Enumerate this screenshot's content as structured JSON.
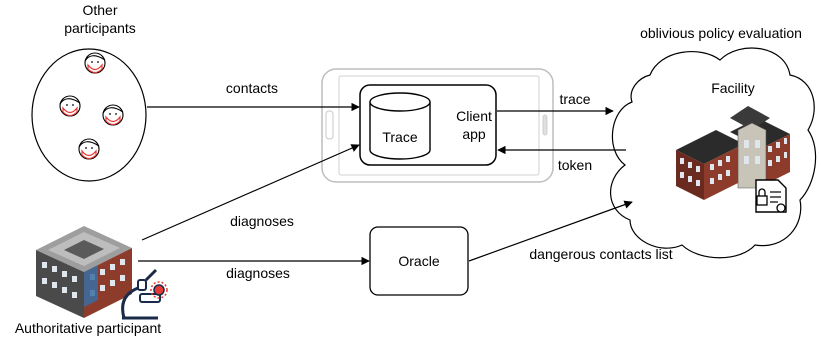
{
  "nodes": {
    "other_participants": {
      "label_line1": "Other",
      "label_line2": "participants"
    },
    "authoritative": {
      "label": "Authoritative participant"
    },
    "trace_db": {
      "label": "Trace"
    },
    "client_app": {
      "label_line1": "Client",
      "label_line2": "app"
    },
    "oracle": {
      "label": "Oracle"
    },
    "facility": {
      "label": "Facility"
    },
    "cloud": {
      "label": "oblivious policy evaluation"
    }
  },
  "edges": {
    "contacts": "contacts",
    "diagnoses_app": "diagnoses",
    "diagnoses_oracle": "diagnoses",
    "trace": "trace",
    "token": "token",
    "dangerous_list": "dangerous contacts list"
  },
  "icons": {
    "participant": "masked-person-icon",
    "authority_building": "hospital-building-icon",
    "microscope": "microscope-icon",
    "phone": "smartphone-icon",
    "database": "database-cylinder-icon",
    "facility_building": "facility-building-icon",
    "policy_doc": "locked-policy-document-icon"
  },
  "colors": {
    "mask": "#e53935",
    "brick": "#8d3b2b",
    "roof": "#2b2b2b",
    "phone_outline": "#bdbdbd"
  }
}
